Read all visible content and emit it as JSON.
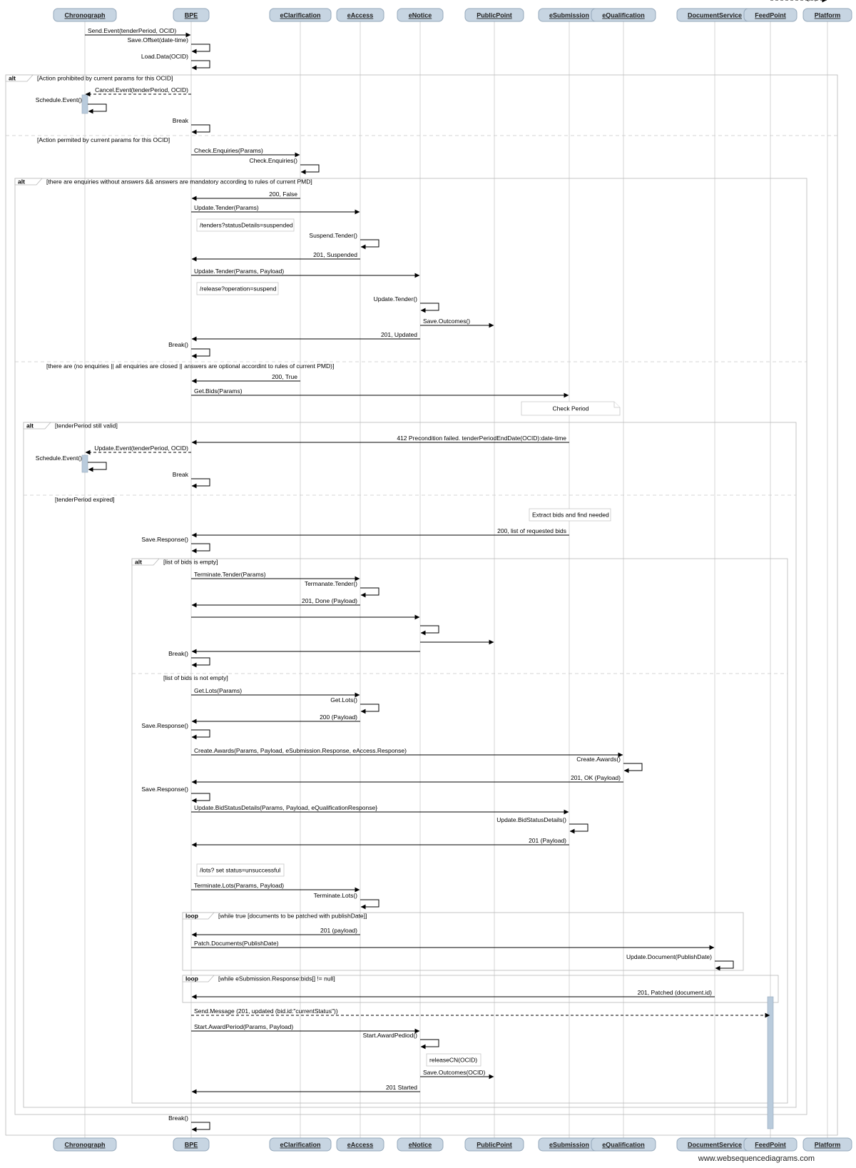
{
  "actors": [
    {
      "id": "chronograph",
      "label": "Chronograph"
    },
    {
      "id": "bpe",
      "label": "BPE"
    },
    {
      "id": "eclarification",
      "label": "eClarification"
    },
    {
      "id": "eaccess",
      "label": "eAccess"
    },
    {
      "id": "enotice",
      "label": "eNotice"
    },
    {
      "id": "publicpoint",
      "label": "PublicPoint"
    },
    {
      "id": "esubmission",
      "label": "eSubmission"
    },
    {
      "id": "equalification",
      "label": "eQualification"
    },
    {
      "id": "documentservice",
      "label": "DocumentService"
    },
    {
      "id": "feedpoint",
      "label": "FeedPoint"
    },
    {
      "id": "platform",
      "label": "Platform"
    }
  ],
  "messages": [
    {
      "from": "chronograph",
      "to": "bpe",
      "label": "Send.Event(tenderPeriod, OCID)"
    },
    {
      "from": "bpe",
      "to": "bpe",
      "label": "Save.Offset(date-time)"
    },
    {
      "from": "bpe",
      "to": "bpe",
      "label": "Load.Data(OCID)"
    },
    {
      "from": "bpe",
      "to": "chronograph",
      "label": "Cancel.Event(tenderPeriod, OCID)",
      "dashed": true
    },
    {
      "from": "chronograph",
      "to": "chronograph",
      "label": "Schedule.Event()"
    },
    {
      "from": "bpe",
      "to": "bpe",
      "label": "Break"
    },
    {
      "from": "bpe",
      "to": "eclarification",
      "label": "Check.Enquiries(Params)"
    },
    {
      "from": "eclarification",
      "to": "eclarification",
      "label": "Check.Enquiries()"
    },
    {
      "from": "eclarification",
      "to": "bpe",
      "label": "200, False"
    },
    {
      "from": "bpe",
      "to": "eaccess",
      "label": "Update.Tender(Params)"
    },
    {
      "from": "eaccess",
      "to": "eaccess",
      "label": "Suspend.Tender()"
    },
    {
      "from": "eaccess",
      "to": "bpe",
      "label": "201, Suspended"
    },
    {
      "from": "bpe",
      "to": "enotice",
      "label": "Update.Tender(Params, Payload)"
    },
    {
      "from": "enotice",
      "to": "enotice",
      "label": "Update.Tender()"
    },
    {
      "from": "enotice",
      "to": "publicpoint",
      "label": "Save.Outcomes()"
    },
    {
      "from": "enotice",
      "to": "bpe",
      "label": "201, Updated"
    },
    {
      "from": "bpe",
      "to": "bpe",
      "label": "Break()"
    },
    {
      "from": "eclarification",
      "to": "bpe",
      "label": "200, True"
    },
    {
      "from": "bpe",
      "to": "esubmission",
      "label": "Get.Bids(Params)"
    },
    {
      "from": "esubmission",
      "to": "bpe",
      "label": "412 Precondition failed. tenderPeriodEndDate(OCID):date-time"
    },
    {
      "from": "bpe",
      "to": "chronograph",
      "label": "Update.Event(tenderPeriod, OCID)",
      "dashed": true
    },
    {
      "from": "chronograph",
      "to": "chronograph",
      "label": "Schedule.Event()"
    },
    {
      "from": "bpe",
      "to": "bpe",
      "label": "Break"
    },
    {
      "from": "esubmission",
      "to": "bpe",
      "label": "200, list of requested bids"
    },
    {
      "from": "bpe",
      "to": "bpe",
      "label": "Save.Response()"
    },
    {
      "from": "bpe",
      "to": "eaccess",
      "label": "Terminate.Tender(Params)"
    },
    {
      "from": "eaccess",
      "to": "eaccess",
      "label": "Termanate.Tender()"
    },
    {
      "from": "eaccess",
      "to": "bpe",
      "label": "201, Done (Payload)"
    },
    {
      "from": "bpe",
      "to": "enotice",
      "label": ""
    },
    {
      "from": "enotice",
      "to": "enotice",
      "label": ""
    },
    {
      "from": "enotice",
      "to": "publicpoint",
      "label": ""
    },
    {
      "from": "enotice",
      "to": "bpe",
      "label": ""
    },
    {
      "from": "bpe",
      "to": "bpe",
      "label": "Break()"
    },
    {
      "from": "bpe",
      "to": "eaccess",
      "label": "Get.Lots(Params)"
    },
    {
      "from": "eaccess",
      "to": "eaccess",
      "label": "Get.Lots()"
    },
    {
      "from": "eaccess",
      "to": "bpe",
      "label": "200 (Payload)"
    },
    {
      "from": "bpe",
      "to": "bpe",
      "label": "Save.Response()"
    },
    {
      "from": "bpe",
      "to": "equalification",
      "label": "Create.Awards(Params, Payload, eSubmission.Response, eAccess.Response)"
    },
    {
      "from": "equalification",
      "to": "equalification",
      "label": "Create.Awards()"
    },
    {
      "from": "equalification",
      "to": "bpe",
      "label": "201, OK (Payload)"
    },
    {
      "from": "bpe",
      "to": "bpe",
      "label": "Save.Response()"
    },
    {
      "from": "bpe",
      "to": "esubmission",
      "label": "Update.BidStatusDetails(Params, Payload, eQualificationResponse}"
    },
    {
      "from": "esubmission",
      "to": "esubmission",
      "label": "Update.BidStatusDetails()"
    },
    {
      "from": "esubmission",
      "to": "bpe",
      "label": "201 (Payload)"
    },
    {
      "from": "bpe",
      "to": "eaccess",
      "label": "Terminate.Lots(Params, Payload)"
    },
    {
      "from": "eaccess",
      "to": "eaccess",
      "label": "Terminate.Lots()"
    },
    {
      "from": "eaccess",
      "to": "bpe",
      "label": "201 (payload)"
    },
    {
      "from": "bpe",
      "to": "documentservice",
      "label": "Patch.Documents(PublishDate)"
    },
    {
      "from": "documentservice",
      "to": "documentservice",
      "label": "Update.Document(PublishDate)"
    },
    {
      "from": "documentservice",
      "to": "bpe",
      "label": "201, Patched (document.id)"
    },
    {
      "from": "bpe",
      "to": "feedpoint",
      "label": "Send.Message (201, updated (bid.id:\"currentStatus\"))",
      "dashed": true
    },
    {
      "from": "bpe",
      "to": "enotice",
      "label": "Start.AwardPeriod(Params, Payload)"
    },
    {
      "from": "enotice",
      "to": "enotice",
      "label": "Start.AwardPediod()"
    },
    {
      "from": "enotice",
      "to": "publicpoint",
      "label": "Save.Outcomes(OCID)"
    },
    {
      "from": "enotice",
      "to": "bpe",
      "label": "201 Started"
    },
    {
      "from": "bpe",
      "to": "bpe",
      "label": "Break()"
    },
    {
      "from": "feedpoint",
      "to": "platform",
      "label": "Feed.Message()",
      "dashed": true
    }
  ],
  "frames": [
    {
      "tag": "alt",
      "conditions": [
        "[Action prohibited by current params for this OCID]",
        "[Action permited by current params for this OCID]"
      ]
    },
    {
      "tag": "alt",
      "conditions": [
        "[there are enquiries without answers && answers are mandatory according to rules of current PMD]",
        "[there are (no enquiries || all enquiries are closed || answers are optional accordint to rules of current PMD)]"
      ]
    },
    {
      "tag": "alt",
      "conditions": [
        "[tenderPeriod still valid]",
        "[tenderPeriod expired]"
      ]
    },
    {
      "tag": "alt",
      "conditions": [
        "[list of bids is empty]",
        "[list of bids is not empty]"
      ]
    },
    {
      "tag": "loop",
      "conditions": [
        "[while true [documents to be patched with publishDate]]"
      ]
    },
    {
      "tag": "loop",
      "conditions": [
        "[while eSubmission.Response:bids[] != null]"
      ]
    }
  ],
  "notes": [
    {
      "text": "/tenders?statusDetails=suspended"
    },
    {
      "text": "/release?operation=suspend"
    },
    {
      "text": "Check Period"
    },
    {
      "text": "Extract bids and find needed"
    },
    {
      "text": "/lots? set status=unsuccessful"
    },
    {
      "text": "releaseCN(OCID)"
    }
  ],
  "footer": "www.websequencediagrams.com"
}
